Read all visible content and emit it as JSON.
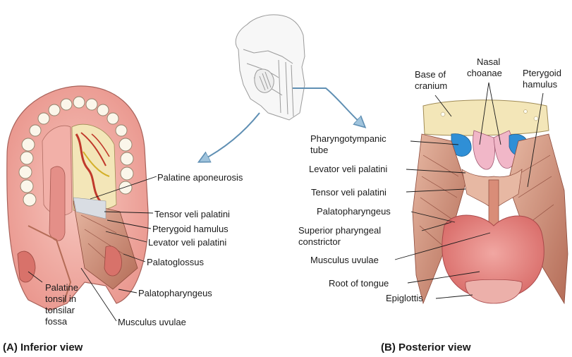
{
  "panels": {
    "inferior": {
      "caption": "(A) Inferior view",
      "labels": {
        "palatine_aponeurosis": "Palatine aponeurosis",
        "tensor_veli_palatini": "Tensor veli palatini",
        "pterygoid_hamulus": "Pterygoid hamulus",
        "levator_veli_palatini": "Levator veli palatini",
        "palatoglossus": "Palatoglossus",
        "palatopharyngeus": "Palatopharyngeus",
        "musculus_uvulae": "Musculus uvulae",
        "palatine_tonsil_1": "Palatine",
        "palatine_tonsil_2": "tonsil in",
        "palatine_tonsil_3": "tonsilar",
        "palatine_tonsil_4": "fossa"
      }
    },
    "posterior": {
      "caption": "(B) Posterior view",
      "labels": {
        "base_of_cranium_1": "Base of",
        "base_of_cranium_2": "cranium",
        "nasal_choanae_1": "Nasal",
        "nasal_choanae_2": "choanae",
        "pterygoid_hamulus_1": "Pterygoid",
        "pterygoid_hamulus_2": "hamulus",
        "pharyngotympanic_1": "Pharyngotympanic",
        "pharyngotympanic_2": "tube",
        "levator_veli_palatini": "Levator veli palatini",
        "tensor_veli_palatini": "Tensor veli palatini",
        "palatopharyngeus": "Palatopharyngeus",
        "superior_constrictor_1": "Superior pharyngeal",
        "superior_constrictor_2": "constrictor",
        "musculus_uvulae": "Musculus uvulae",
        "root_of_tongue": "Root of tongue",
        "epiglottis": "Epiglottis"
      }
    }
  },
  "colors": {
    "palate_pink": "#f4b8b0",
    "muscle_red": "#c9685a",
    "bone": "#f3e6b8",
    "tube_blue": "#2f8fd6",
    "tongue": "#e98a86",
    "arrow_blue": "#6fa3c8"
  }
}
